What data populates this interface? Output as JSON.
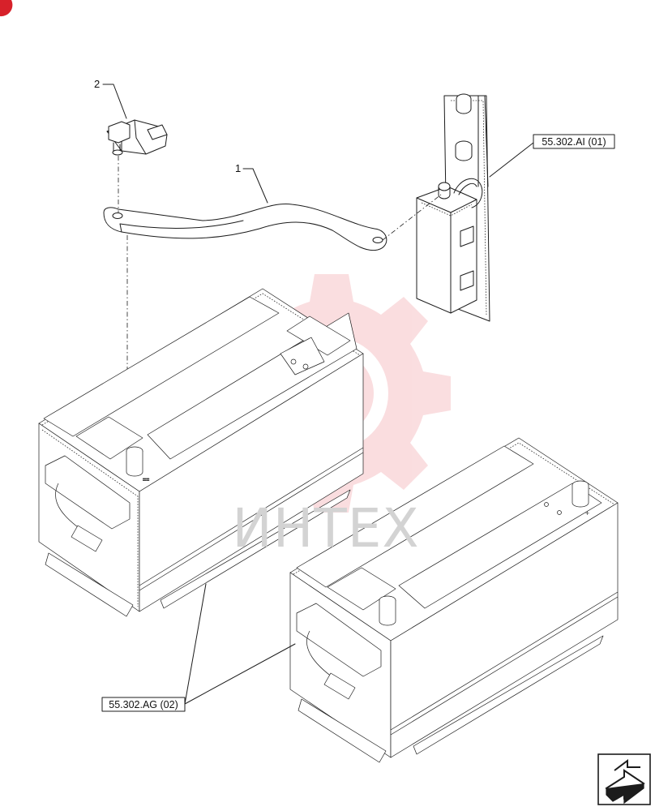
{
  "callouts": {
    "item_1": "1",
    "item_2": "2"
  },
  "references": {
    "ref_top": "55.302.AI (01)",
    "ref_bottom": "55.302.AG (02)"
  },
  "watermark": {
    "text": "ИНТЕХ",
    "color": "#f2a7ad"
  },
  "colors": {
    "corner_mark": "#d7212a",
    "line": "#1c1c1c"
  },
  "icons": {
    "corner": "red-circle-corner-icon",
    "nav": "next-page-arrow-icon",
    "watermark": "gear-watermark-icon"
  }
}
